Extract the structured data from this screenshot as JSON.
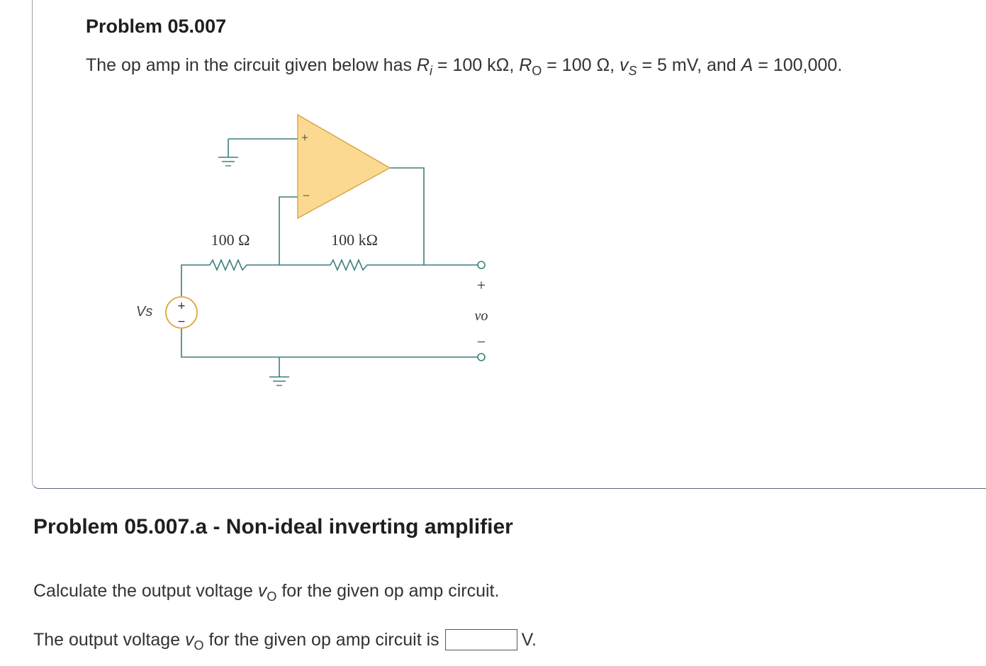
{
  "problem": {
    "title": "Problem 05.007",
    "statement": {
      "intro": "The op amp in the circuit given below has ",
      "ri_symbol": "R",
      "ri_sub": "i",
      "ri_value": " = 100 kΩ, ",
      "ro_symbol": "R",
      "ro_sub": "O",
      "ro_value": " = 100 Ω, ",
      "vs_symbol": "v",
      "vs_sub": "S",
      "vs_value": " = 5 mV, and ",
      "a_symbol": "A",
      "a_value": " = 100,000."
    }
  },
  "circuit": {
    "r1_label": "100 Ω",
    "r2_label": "100 kΩ",
    "source_label": "Vs",
    "source_plus": "+",
    "source_minus": "−",
    "opamp_plus": "+",
    "opamp_minus": "−",
    "out_plus": "+",
    "out_minus": "−",
    "out_label": "vo",
    "colors": {
      "wire": "#3d7f7b",
      "opamp_fill": "#fbd991",
      "opamp_stroke": "#d7a24a",
      "source_stroke": "#e2a640"
    }
  },
  "part": {
    "title": "Problem 05.007.a - Non-ideal inverting amplifier",
    "question": {
      "text_before": "Calculate the output voltage ",
      "var_symbol": "v",
      "var_sub": "O",
      "text_after": " for the given op amp circuit."
    },
    "answer": {
      "text_before": "The output voltage ",
      "var_symbol": "v",
      "var_sub": "O",
      "text_after": " for the given op amp circuit is",
      "input_value": "",
      "unit": "V."
    }
  }
}
